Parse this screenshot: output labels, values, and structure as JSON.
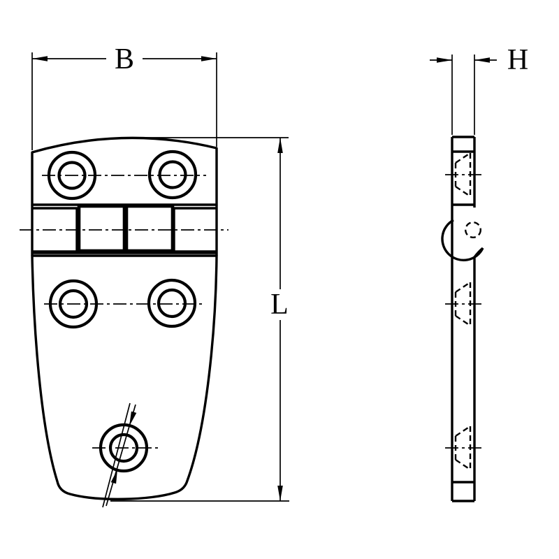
{
  "drawing": {
    "labels": {
      "width": "B",
      "length": "L",
      "thickness": "H"
    },
    "colors": {
      "line": "#000000",
      "background": "#ffffff"
    }
  }
}
